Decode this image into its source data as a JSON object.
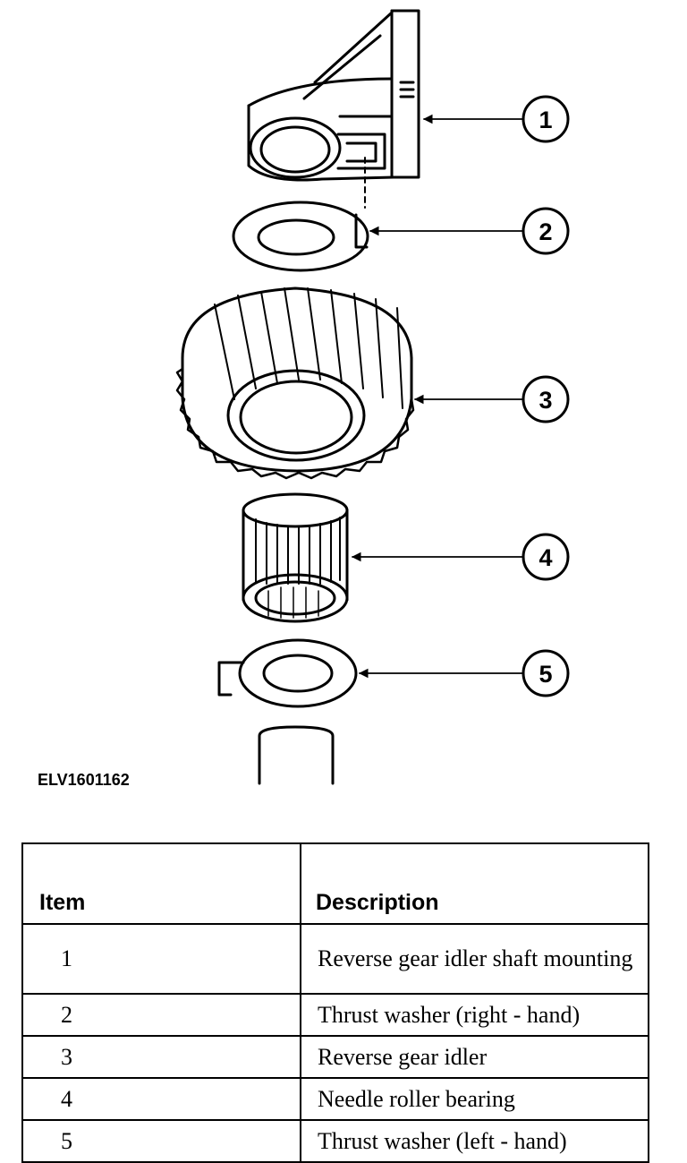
{
  "figure": {
    "id": "ELV1601162",
    "callouts": [
      "1",
      "2",
      "3",
      "4",
      "5"
    ]
  },
  "table": {
    "headers": {
      "item": "Item",
      "description": "Description"
    },
    "rows": [
      {
        "item": "1",
        "description": "Reverse gear idler shaft mounting"
      },
      {
        "item": "2",
        "description": "Thrust washer (right - hand)"
      },
      {
        "item": "3",
        "description": "Reverse gear idler"
      },
      {
        "item": "4",
        "description": "Needle roller bearing"
      },
      {
        "item": "5",
        "description": "Thrust washer (left - hand)"
      }
    ]
  }
}
